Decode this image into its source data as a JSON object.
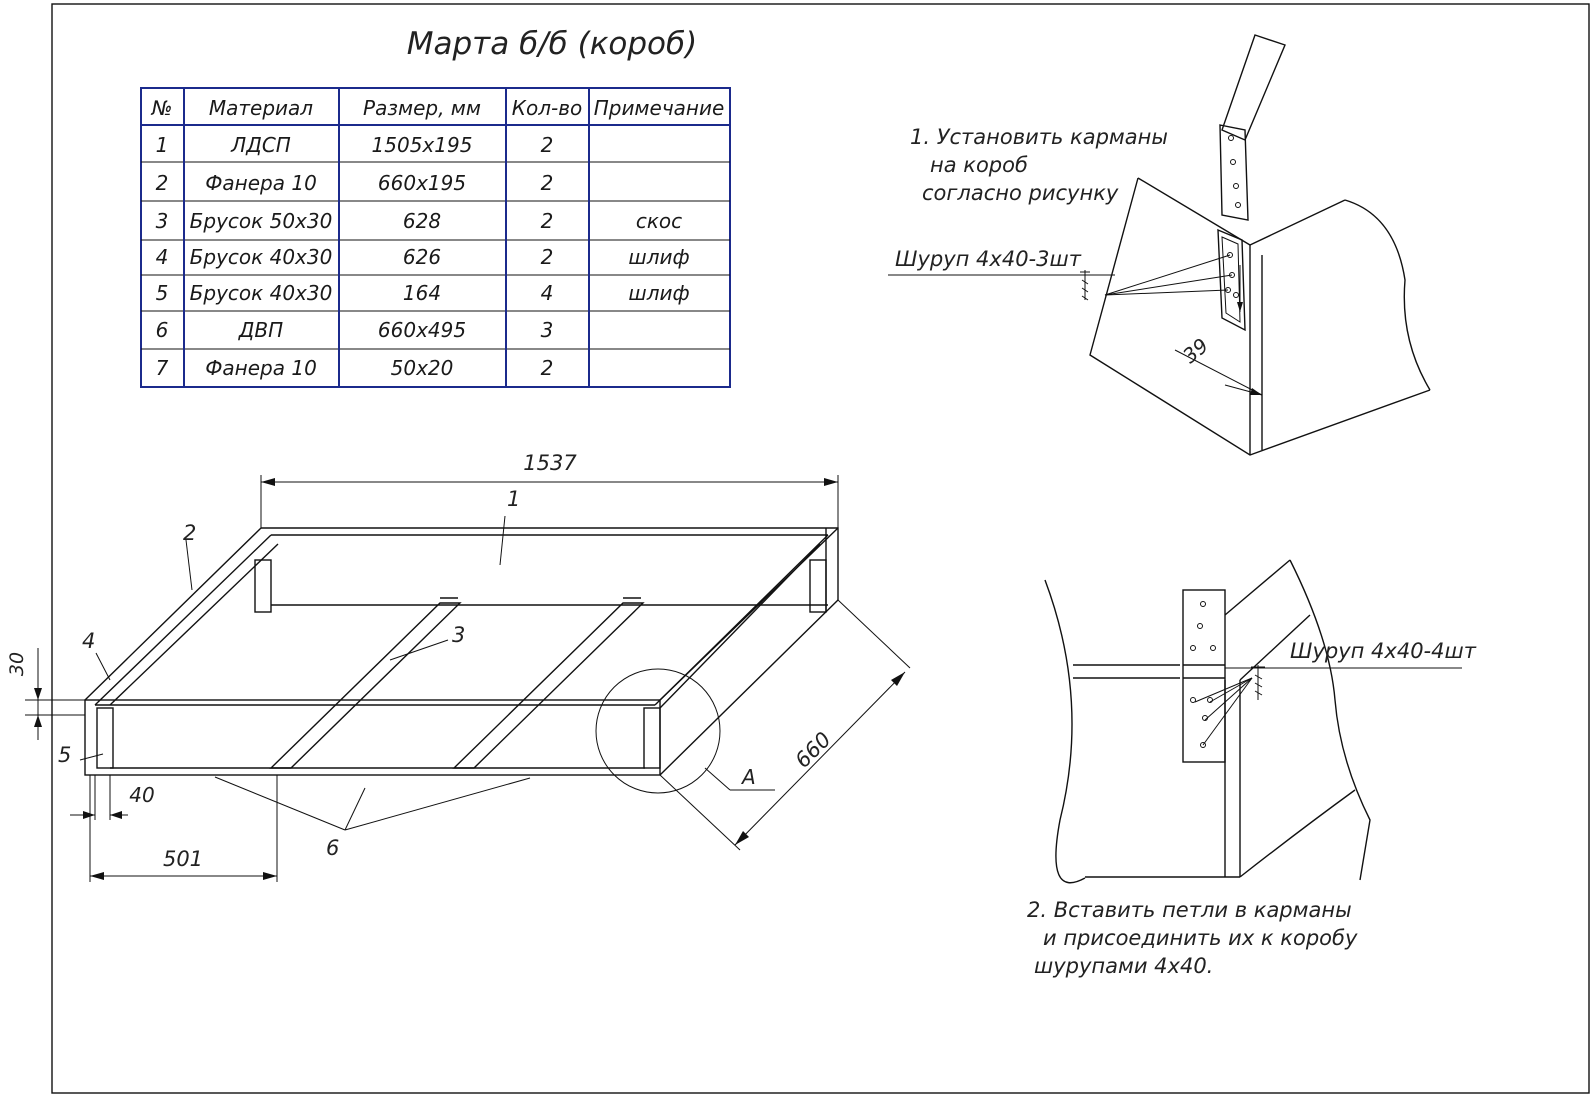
{
  "title": "Марта б/б (короб)",
  "table": {
    "headers": [
      "№",
      "Материал",
      "Размер, мм",
      "Кол-во",
      "Примечание"
    ],
    "rows": [
      [
        "1",
        "ЛДСП",
        "1505х195",
        "2",
        ""
      ],
      [
        "2",
        "Фанера 10",
        "660х195",
        "2",
        ""
      ],
      [
        "3",
        "Брусок 50х30",
        "628",
        "2",
        "скос"
      ],
      [
        "4",
        "Брусок 40х30",
        "626",
        "2",
        "шлиф"
      ],
      [
        "5",
        "Брусок 40х30",
        "164",
        "4",
        "шлиф"
      ],
      [
        "6",
        "ДВП",
        "660х495",
        "3",
        ""
      ],
      [
        "7",
        "Фанера 10",
        "50х20",
        "2",
        ""
      ]
    ]
  },
  "step1": {
    "lines": [
      "1. Установить карманы",
      "на короб",
      "согласно рисунку"
    ],
    "screw_label": "Шуруп 4х40-3шт",
    "dim": "39"
  },
  "step2": {
    "lines": [
      "2. Вставить петли в карманы",
      "и присоединить их к коробу",
      "шурупами 4х40."
    ],
    "screw_label": "Шуруп 4х40-4шт"
  },
  "main_drawing": {
    "dims": {
      "length": "1537",
      "width": "660",
      "height": "30",
      "offset": "40",
      "spacing": "501"
    },
    "part_labels": [
      "1",
      "2",
      "3",
      "4",
      "5",
      "6"
    ],
    "detail_label": "А"
  }
}
